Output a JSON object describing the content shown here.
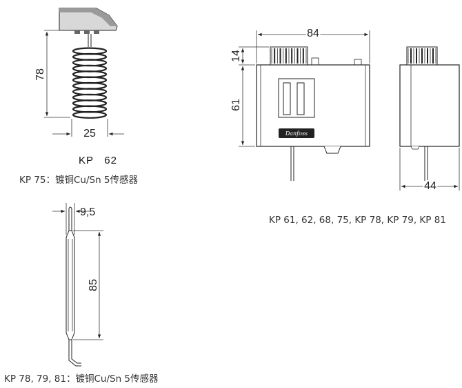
{
  "sensor_coil": {
    "dim_height": "78",
    "dim_width": "25",
    "title": "KP   62",
    "caption": "KP 75：镀铜Cu/Sn 5传感器"
  },
  "switch_front": {
    "dim_width": "84",
    "dim_top": "14",
    "dim_height": "61",
    "logo": "Danfoss"
  },
  "switch_side": {
    "dim_depth": "44"
  },
  "switch_caption": "KP 61, 62, 68, 75, KP 78, KP 79, KP 81",
  "sensor_bulb": {
    "dim_diameter": "9,5",
    "dim_length": "85",
    "caption": "KP 78, 79, 81：镀铜Cu/Sn 5传感器"
  }
}
